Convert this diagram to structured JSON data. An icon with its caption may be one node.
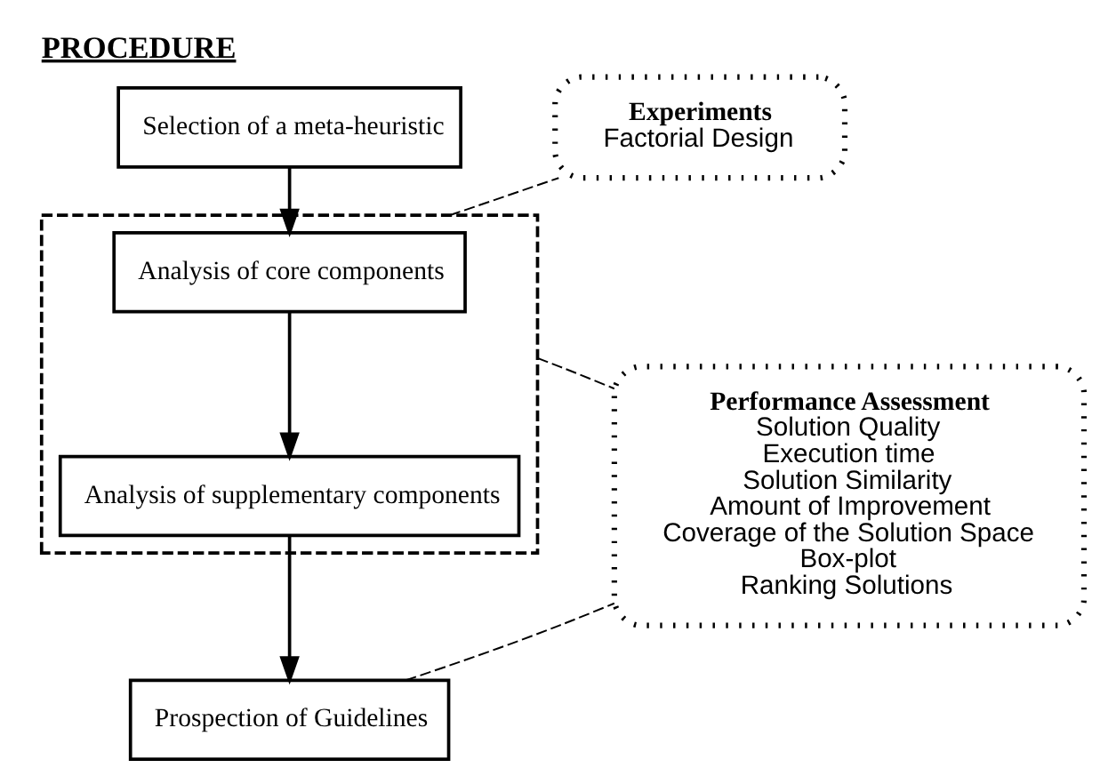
{
  "diagram": {
    "title": "PROCEDURE",
    "nodes": [
      {
        "text": [
          "Selection of a meta-heuristic"
        ]
      },
      {
        "text": [],
        "shape": "box"
      },
      {
        "text": [
          "Analysis of core components"
        ],
        "in": 1
      },
      {
        "text": [
          "Analysis of supplementary components"
        ],
        "in": 1
      },
      {
        "text": [
          "Prospection of Guidelines"
        ]
      },
      {
        "text": [
          "Experiments",
          "Factorial Design"
        ]
      },
      {
        "text": [
          "Performance Assessment",
          "Solution Quality",
          "Execution time",
          "Solution Similarity",
          "Amount of Improvement",
          "Coverage of the Solution Space",
          "Box-plot",
          "Ranking Solutions"
        ]
      }
    ],
    "edges": [
      {
        "from": 0,
        "to": 2,
        "arrow": "to"
      },
      {
        "from": 2,
        "to": 3,
        "arrow": "to"
      },
      {
        "from": 3,
        "to": 4,
        "arrow": "to"
      },
      {
        "from": 1,
        "to": 5,
        "arrow": "none",
        "style": "dashed"
      },
      {
        "from": 1,
        "to": 6,
        "arrow": "none",
        "style": "dashed"
      },
      {
        "from": 4,
        "to": 6,
        "arrow": "none",
        "style": "dashed"
      }
    ]
  }
}
